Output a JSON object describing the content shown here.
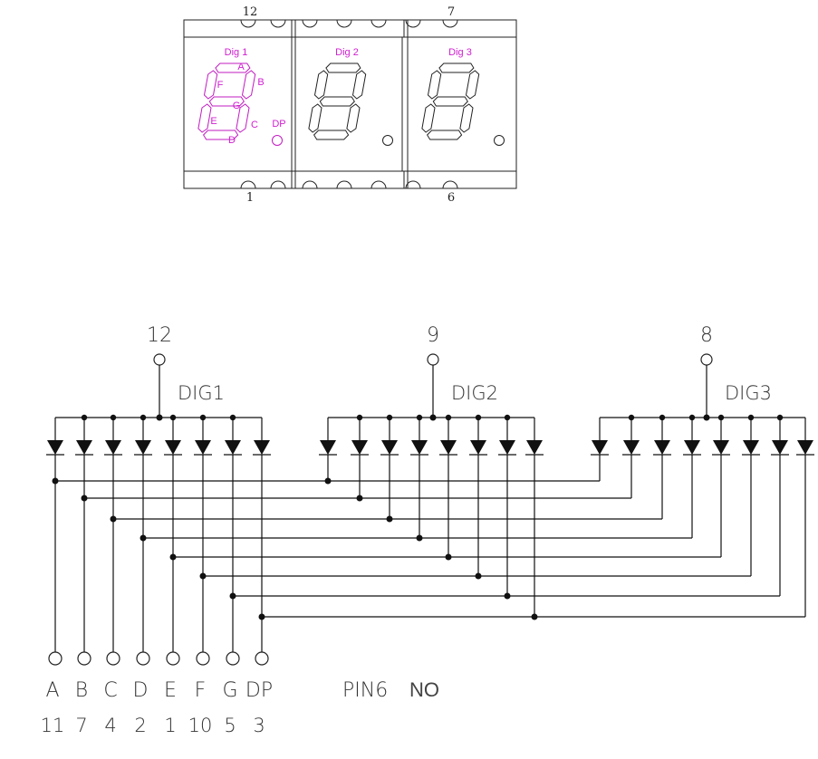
{
  "package": {
    "digits": [
      "Dig 1",
      "Dig 2",
      "Dig 3"
    ],
    "segments": [
      "A",
      "B",
      "C",
      "D",
      "E",
      "F",
      "G"
    ],
    "dp_label": "DP",
    "top_pins": [
      "12",
      "7"
    ],
    "bottom_pins": [
      "1",
      "6"
    ]
  },
  "schematic": {
    "commons": [
      {
        "pin": "12",
        "label": "DIG1"
      },
      {
        "pin": "9",
        "label": "DIG2"
      },
      {
        "pin": "8",
        "label": "DIG3"
      }
    ],
    "segment_labels": [
      "A",
      "B",
      "C",
      "D",
      "E",
      "F",
      "G",
      "DP"
    ],
    "segment_pins": [
      "11",
      "7",
      "4",
      "2",
      "1",
      "10",
      "5",
      "3"
    ],
    "note_prefix": "PIN6",
    "note_suffix": "NO"
  }
}
